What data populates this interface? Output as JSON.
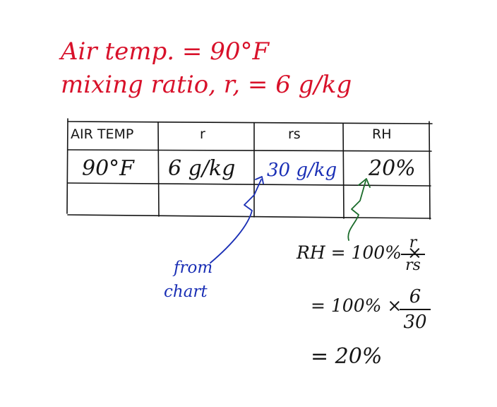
{
  "header": {
    "line1": "Air temp. = 90°F",
    "line2": "mixing ratio, r, = 6 g/kg"
  },
  "table": {
    "columns": [
      "AIR TEMP",
      "r",
      "rs",
      "RH"
    ],
    "rows": [
      [
        "90°F",
        "6 g/kg",
        "30 g/kg",
        "20%"
      ],
      [
        "",
        "",
        "",
        ""
      ]
    ]
  },
  "annotation": {
    "from": "from",
    "chart": "chart"
  },
  "equation": {
    "line1_prefix": "RH = 100% ×",
    "frac1_num": "r",
    "frac1_den": "rs",
    "line2_prefix": "= 100% ×",
    "frac2_num": "6",
    "frac2_den": "30",
    "line3": "= 20%"
  },
  "colors": {
    "red": "#d8112a",
    "blue": "#1a2fb5",
    "green": "#1a6b2a",
    "ink": "#151515"
  }
}
